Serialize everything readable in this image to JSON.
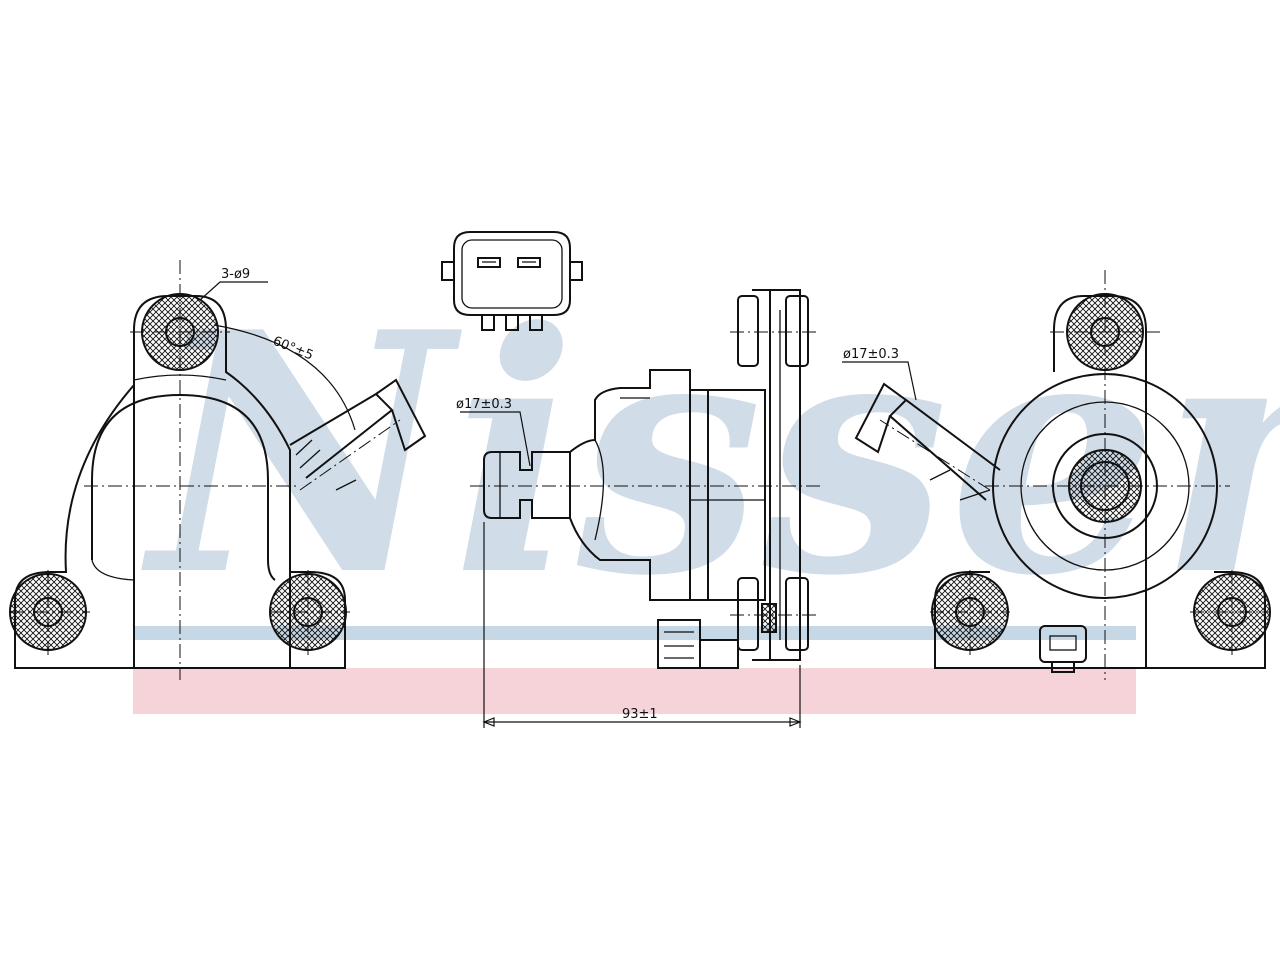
{
  "watermark": {
    "text": "Nissens",
    "color": "#a9bfd6",
    "band_blue": "#b8cde0",
    "band_red": "#f2c4cc"
  },
  "dimensions": {
    "mount_holes": "3-ø9",
    "angle": "60°±5",
    "inlet_diameter_side": "ø17±0.3",
    "inlet_diameter_right": "ø17±0.3",
    "overall_length": "93±1"
  }
}
